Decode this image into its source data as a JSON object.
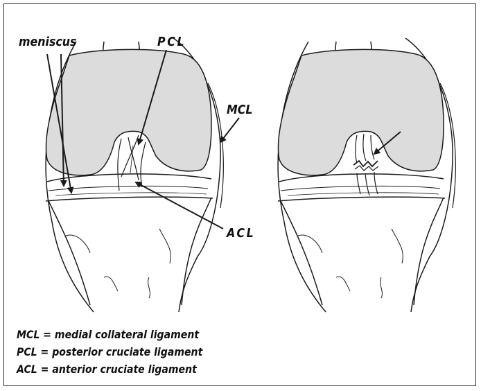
{
  "labels": {
    "meniscus": "meniscus",
    "pcl": "PCL",
    "mcl": "MCL",
    "acl": "ACL"
  },
  "legend": [
    "MCL = medial collateral ligament",
    "PCL = posterior cruciate ligament",
    "ACL = anterior cruciate ligament"
  ],
  "colors": {
    "femur_fill": "#dcdcdc",
    "line": "#1a1a1a",
    "background": "#ffffff"
  }
}
